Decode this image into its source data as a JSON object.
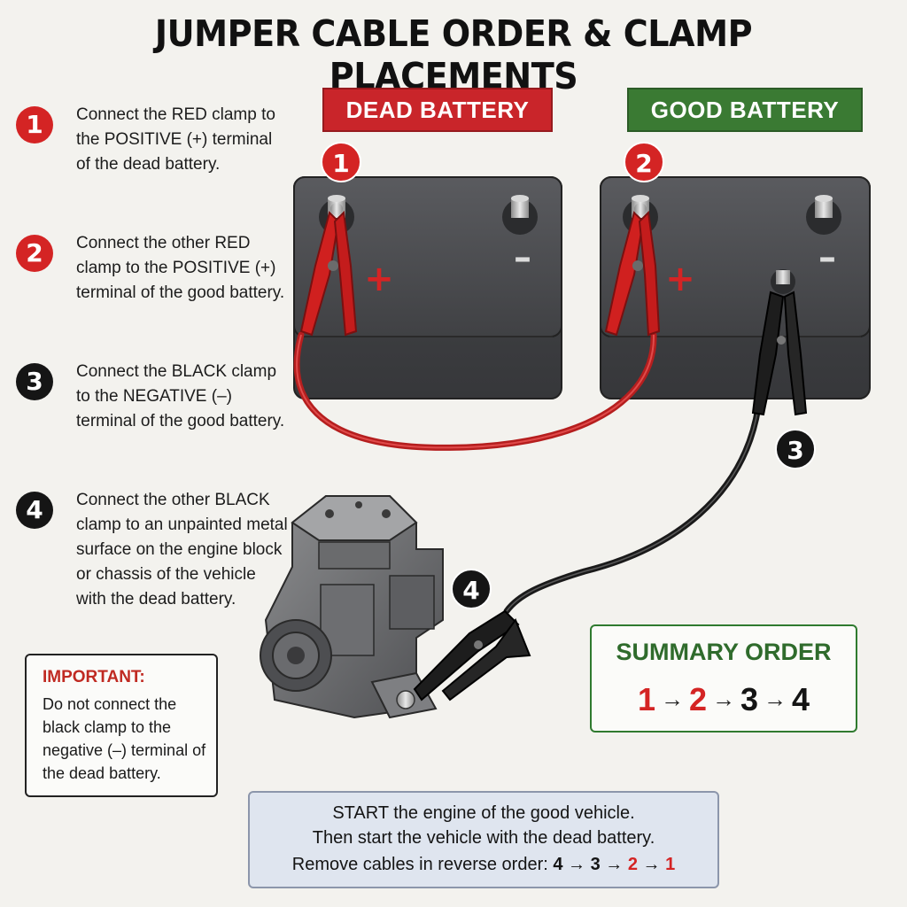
{
  "title": "JUMPER CABLE ORDER & CLAMP PLACEMENTS",
  "labels": {
    "dead": "DEAD BATTERY",
    "good": "GOOD BATTERY"
  },
  "steps": [
    {
      "number": "1",
      "color": "red",
      "text": "Connect the RED clamp to the POSITIVE (+) terminal of the dead battery."
    },
    {
      "number": "2",
      "color": "red",
      "text": "Connect the other RED clamp to the POSITIVE (+) terminal of the good battery."
    },
    {
      "number": "3",
      "color": "black",
      "text": "Connect the BLACK clamp to the NEGATIVE (–) terminal of the good battery."
    },
    {
      "number": "4",
      "color": "black",
      "text": "Connect the other BLACK clamp to an unpainted metal surface on the engine block or chassis of the vehicle with the dead battery."
    }
  ],
  "diagram_markers": [
    "1",
    "2",
    "3",
    "4"
  ],
  "terminal_symbols": {
    "positive": "+",
    "negative": "–"
  },
  "important": {
    "title": "IMPORTANT:",
    "text": "Do not connect the black clamp to the negative (–) terminal of the dead battery."
  },
  "summary": {
    "title": "SUMMARY ORDER",
    "sequence": [
      "1",
      "2",
      "3",
      "4"
    ],
    "arrow": "→"
  },
  "final": {
    "line1": "START the engine of the good vehicle.",
    "line2": "Then start the vehicle with the dead battery.",
    "line3_prefix": "Remove cables in reverse order:",
    "reverse_sequence": [
      "4",
      "3",
      "2",
      "1"
    ]
  },
  "colors": {
    "red": "#d42424",
    "black": "#151515",
    "dead_label": "#c9252a",
    "good_label": "#3a7a33",
    "battery": "#4a4b4e"
  }
}
